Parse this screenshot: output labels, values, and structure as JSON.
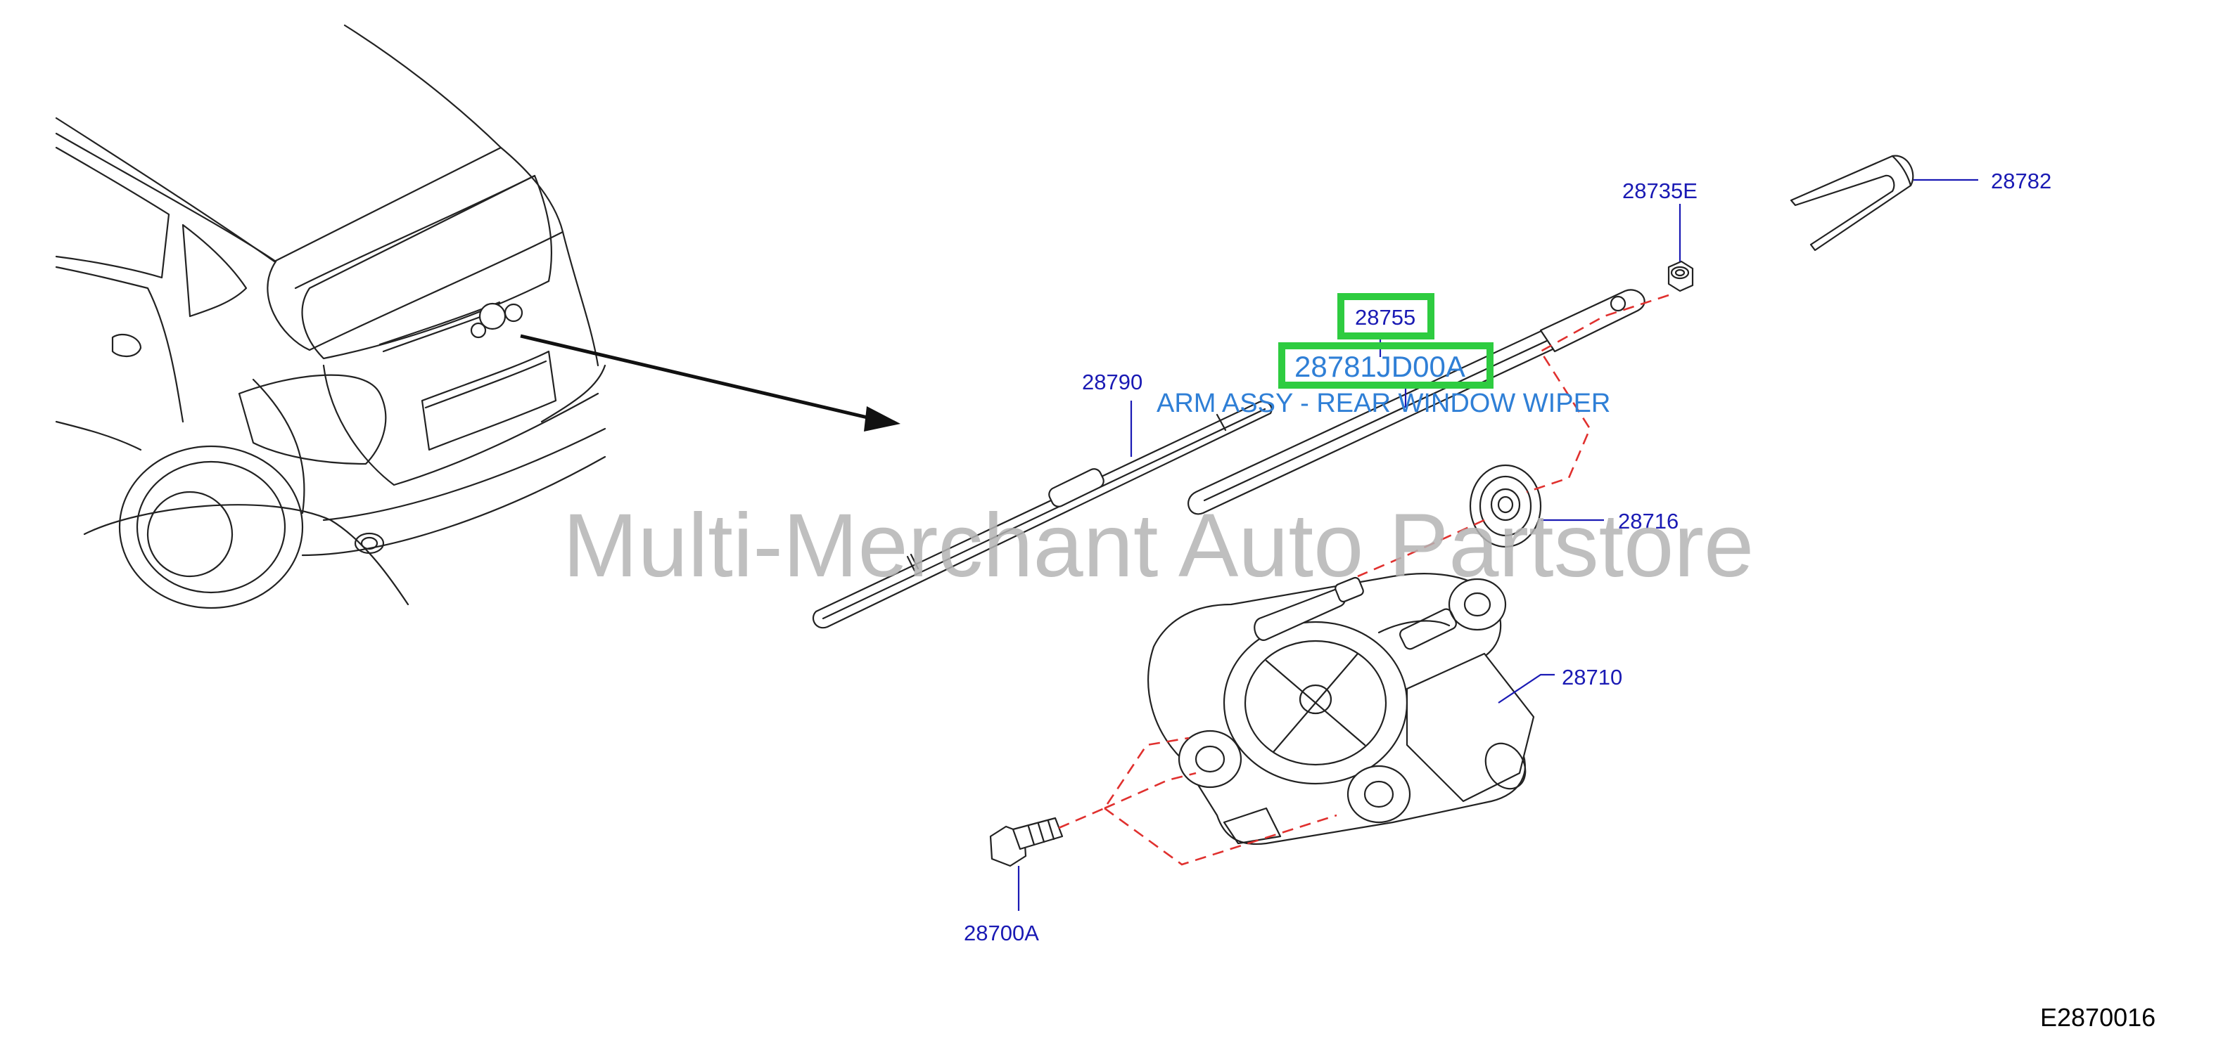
{
  "colors": {
    "part_number": "#1a1ab4",
    "highlight_box": "#2ecc40",
    "highlight_text": "#2f7fd6",
    "watermark": "#b4b4b4",
    "dashed_line": "#e0302e",
    "line_art": "#222222"
  },
  "parts": {
    "p28735E": "28735E",
    "p28782": "28782",
    "p28755": "28755",
    "p28781JD00A": "28781JD00A",
    "p28790": "28790",
    "p28716": "28716",
    "p28710": "28710",
    "p28700A": "28700A"
  },
  "description": "ARM ASSY - REAR WINDOW WIPER",
  "watermark": "Multi-Merchant Auto Partstore",
  "diagram_code": "E2870016",
  "icons": [
    "car-rear-view-icon",
    "pointer-arrow-icon",
    "wiper-blade-icon",
    "wiper-arm-icon",
    "wiper-cap-icon",
    "nut-icon",
    "washer-icon",
    "wiper-motor-icon",
    "bolt-icon"
  ]
}
